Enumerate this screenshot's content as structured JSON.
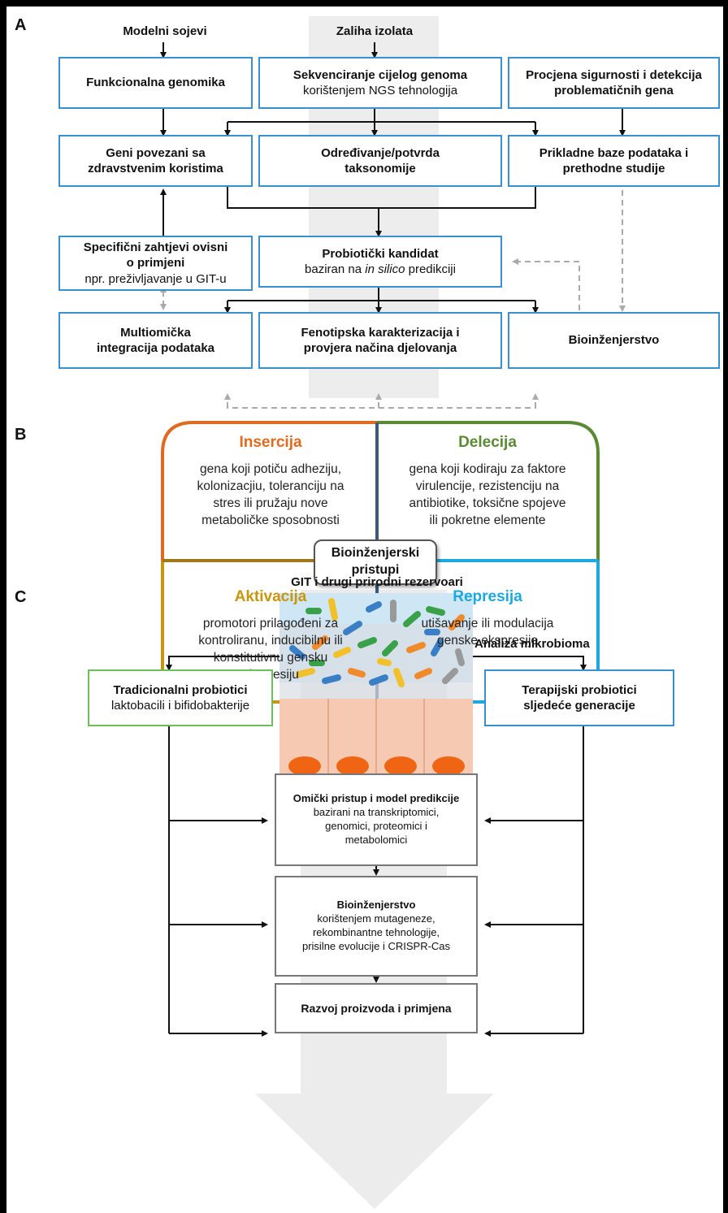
{
  "panels": {
    "a": "A",
    "b": "B",
    "c": "C"
  },
  "section_a": {
    "top_labels": {
      "model_strains": "Modelni sojevi",
      "isolate_stock": "Zaliha izolata"
    },
    "row1": {
      "functional_genomics": "Funkcionalna genomika",
      "wgs_line1": "Sekvenciranje cijelog genoma",
      "wgs_line2": "korištenjem NGS tehnologija",
      "safety_line1": "Procjena sigurnosti i detekcija",
      "safety_line2": "problematičnih gena"
    },
    "row2": {
      "health_genes_line1": "Geni povezani sa",
      "health_genes_line2": "zdravstvenim koristima",
      "taxonomy_line1": "Određivanje/potvrda",
      "taxonomy_line2": "taksonomije",
      "databases_line1": "Prikladne baze podataka i",
      "databases_line2": "prethodne studije"
    },
    "row3": {
      "specific_line1": "Specifični zahtjevi ovisni",
      "specific_line2": "o primjeni",
      "specific_line3": "npr. preživljavanje u GIT-u",
      "candidate_line1": "Probiotički kandidat",
      "candidate_line2_pre": "baziran na ",
      "candidate_line2_em": "in silico",
      "candidate_line2_post": " predikciji"
    },
    "row4": {
      "multiomic_line1": "Multiomička",
      "multiomic_line2": "integracija podataka",
      "phenotype_line1": "Fenotipska karakterizacija i",
      "phenotype_line2": "provjera načina djelovanja",
      "bioengineering": "Bioinženjerstvo"
    }
  },
  "section_b": {
    "center_line1": "Bioinženjerski",
    "center_line2": "pristupi",
    "insertion": {
      "title": "Insercija",
      "lines": [
        "gena koji potiču adheziju,",
        "kolonizacjiu, toleranciju na",
        "stres ili pružaju nove",
        "metaboličke sposobnosti"
      ]
    },
    "deletion": {
      "title": "Delecija",
      "lines": [
        "gena koji kodiraju za faktore",
        "virulencije, rezistenciju na",
        "antibiotike, toksične spojeve",
        "ili pokretne elemente"
      ]
    },
    "activation": {
      "title": "Aktivacija",
      "lines": [
        "promotori prilagođeni za",
        "kontroliranu, inducibilnu ili",
        "konstitutivnu gensku",
        "ekspresiju"
      ]
    },
    "repression": {
      "title": "Represija",
      "lines": [
        "utišavanje ili modulacija",
        "genske ekspresije"
      ]
    },
    "colors": {
      "insertion": "#e06a1f",
      "deletion": "#5a8a34",
      "activation": "#c9960f",
      "repression": "#1ea8e0"
    }
  },
  "section_c": {
    "git_title": "GIT i drugi prirodni rezervoari",
    "microbiome_analysis": "Analiza mikrobioma",
    "traditional_line1": "Tradicionalni probiotici",
    "traditional_line2": "laktobacili i bifidobakterije",
    "therapeutic_line1": "Terapijski probiotici",
    "therapeutic_line2": "sljedeće generacije",
    "omics_title": "Omički pristup i model predikcije",
    "omics_lines": [
      "bazirani na transkriptomici,",
      "genomici, proteomici i",
      "metabolomici"
    ],
    "bioeng_title": "Bioinženjerstvo",
    "bioeng_lines": [
      "korištenjem mutageneze,",
      "rekombinantne tehnologije,",
      "prisilne evolucije i CRISPR-Cas"
    ],
    "product": "Razvoj proizvoda i primjena"
  }
}
